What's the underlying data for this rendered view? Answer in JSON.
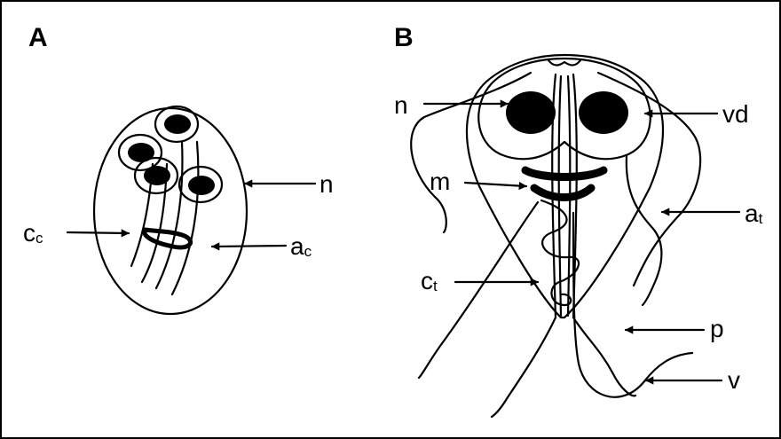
{
  "panels": {
    "a": {
      "letter": "A",
      "labels": {
        "n": "n",
        "c": {
          "main": "c",
          "sub": "c"
        },
        "a": {
          "main": "a",
          "sub": "c"
        }
      }
    },
    "b": {
      "letter": "B",
      "labels": {
        "n": "n",
        "vd": "vd",
        "m": "m",
        "a": {
          "main": "a",
          "sub": "t"
        },
        "c": {
          "main": "c",
          "sub": "t"
        },
        "p": "p",
        "v": "v"
      }
    }
  }
}
